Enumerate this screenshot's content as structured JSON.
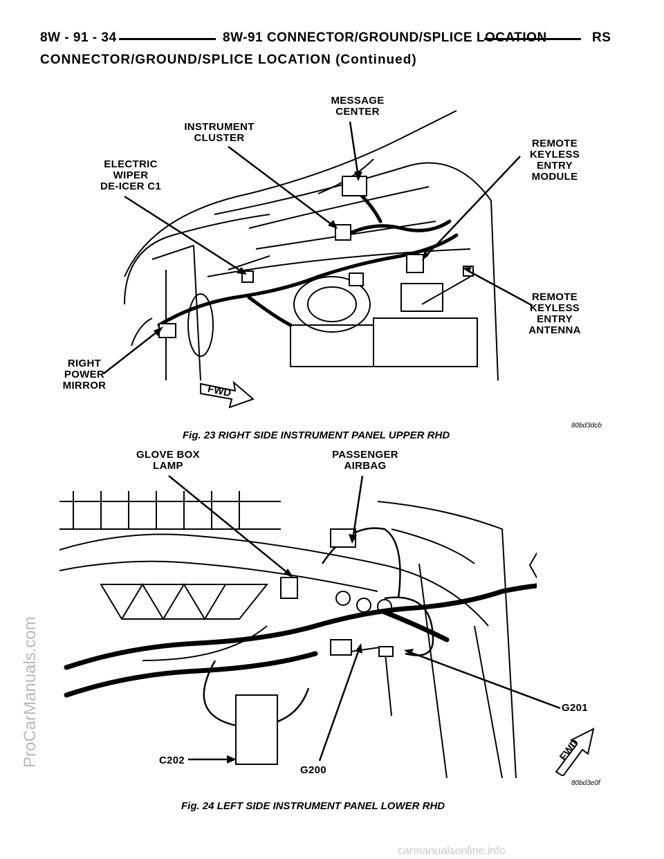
{
  "header": {
    "page_left": "8W - 91 - 34",
    "center_title": "8W-91 CONNECTOR/GROUND/SPLICE LOCATION",
    "right": "RS"
  },
  "section_title": "CONNECTOR/GROUND/SPLICE LOCATION (Continued)",
  "figure1": {
    "labels": {
      "message_center": [
        "MESSAGE",
        "CENTER"
      ],
      "instrument_cluster": [
        "INSTRUMENT",
        "CLUSTER"
      ],
      "electric_wiper": [
        "ELECTRIC",
        "WIPER",
        "DE-ICER C1"
      ],
      "remote_keyless_module": [
        "REMOTE",
        "KEYLESS",
        "ENTRY",
        "MODULE"
      ],
      "remote_keyless_antenna": [
        "REMOTE",
        "KEYLESS",
        "ENTRY",
        "ANTENNA"
      ],
      "right_power_mirror": [
        "RIGHT",
        "POWER",
        "MIRROR"
      ]
    },
    "fwd": "FWD",
    "code": "80bd3dcb",
    "caption": "Fig. 23 RIGHT SIDE INSTRUMENT PANEL UPPER RHD"
  },
  "figure2": {
    "labels": {
      "glove_box_lamp": [
        "GLOVE BOX",
        "LAMP"
      ],
      "passenger_airbag": [
        "PASSENGER",
        "AIRBAG"
      ],
      "g201": "G201",
      "c202": "C202",
      "g200": "G200"
    },
    "fwd": "FWD",
    "code": "80bd3e0f",
    "caption": "Fig. 24 LEFT SIDE INSTRUMENT PANEL LOWER RHD"
  },
  "watermarks": {
    "left": "ProCarManuals.com",
    "bottom": "carmanualsonline.info"
  }
}
